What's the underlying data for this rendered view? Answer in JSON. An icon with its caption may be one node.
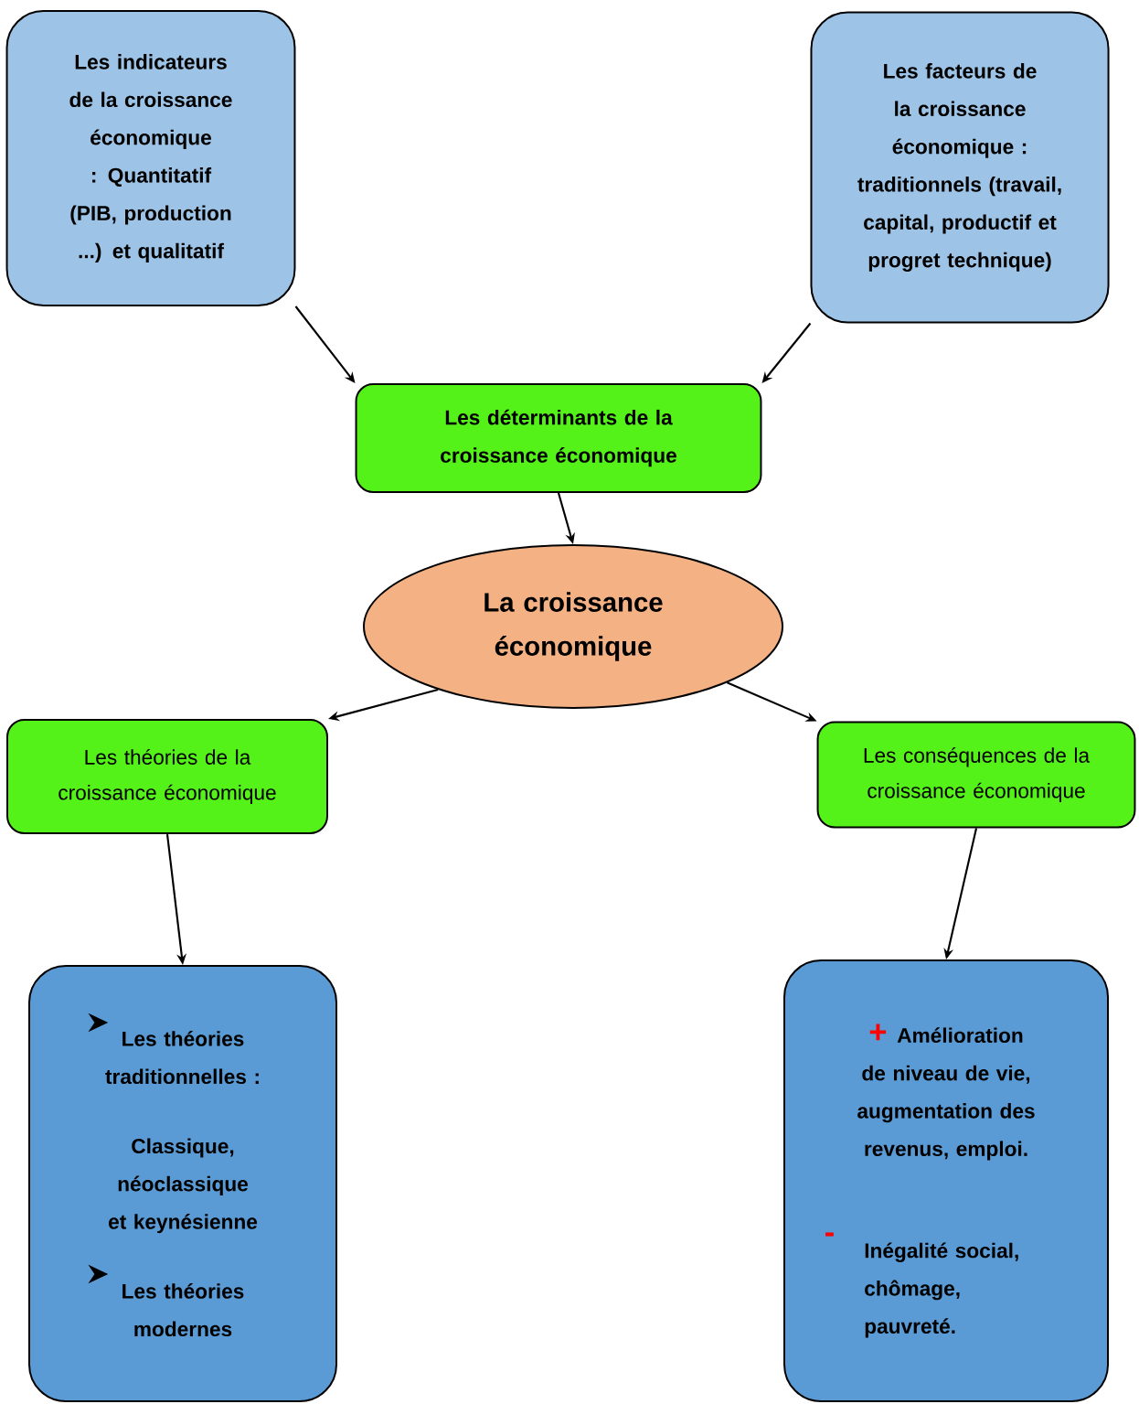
{
  "diagram": {
    "nodes": [
      {
        "text": [
          "Les indicateurs de la croissance économique : Quantitatif (PIB, production ...) et qualitatif"
        ]
      },
      {
        "text": [
          "Les facteurs de la croissance économique : traditionnels (travail, capital, productif et progret technique)"
        ]
      },
      {
        "text": [
          "Les déterminants de la croissance économique"
        ]
      },
      {
        "text": [
          "La croissance économique"
        ]
      },
      {
        "text": [
          "Les théories de la croissance économique"
        ]
      },
      {
        "text": [
          "Les conséquences de la croissance économique"
        ]
      },
      {
        "text": [
          "Les théories traditionnelles :",
          "Classique, néoclassique et keynésienne",
          "Les théories modernes"
        ]
      },
      {
        "text": [
          "+",
          "Amélioration de niveau de vie, augmentation des revenus, emploi.",
          "-",
          "Inégalité social, chômage, pauvreté."
        ]
      }
    ],
    "edges": [
      {
        "from": 0,
        "to": 2,
        "arrow": "to"
      },
      {
        "from": 1,
        "to": 2,
        "arrow": "to"
      },
      {
        "from": 2,
        "to": 3,
        "arrow": "to"
      },
      {
        "from": 3,
        "to": 4,
        "arrow": "to"
      },
      {
        "from": 3,
        "to": 5,
        "arrow": "to"
      },
      {
        "from": 4,
        "to": 6,
        "arrow": "to"
      },
      {
        "from": 5,
        "to": 7,
        "arrow": "to"
      }
    ]
  }
}
